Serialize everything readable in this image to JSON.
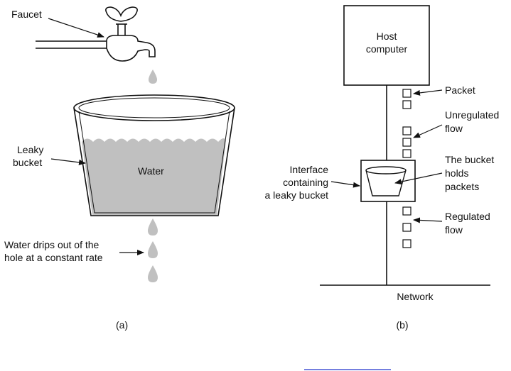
{
  "panel_a": {
    "faucet_label": "Faucet",
    "bucket_label": [
      "Leaky",
      "bucket"
    ],
    "water_label": "Water",
    "drip_label": [
      "Water drips out of the",
      "hole at a constant rate"
    ],
    "caption": "(a)"
  },
  "panel_b": {
    "host_label": [
      "Host",
      "computer"
    ],
    "packet_label": "Packet",
    "unregulated_label": [
      "Unregulated",
      "flow"
    ],
    "bucket_holds_label": [
      "The bucket",
      "holds",
      "packets"
    ],
    "interface_label": [
      "Interface",
      "containing",
      "a leaky bucket"
    ],
    "regulated_label": [
      "Regulated",
      "flow"
    ],
    "network_label": "Network",
    "caption": "(b)"
  },
  "colors": {
    "water": "#c0c0c0",
    "line": "#111111",
    "link_underline": "#2233cc"
  }
}
